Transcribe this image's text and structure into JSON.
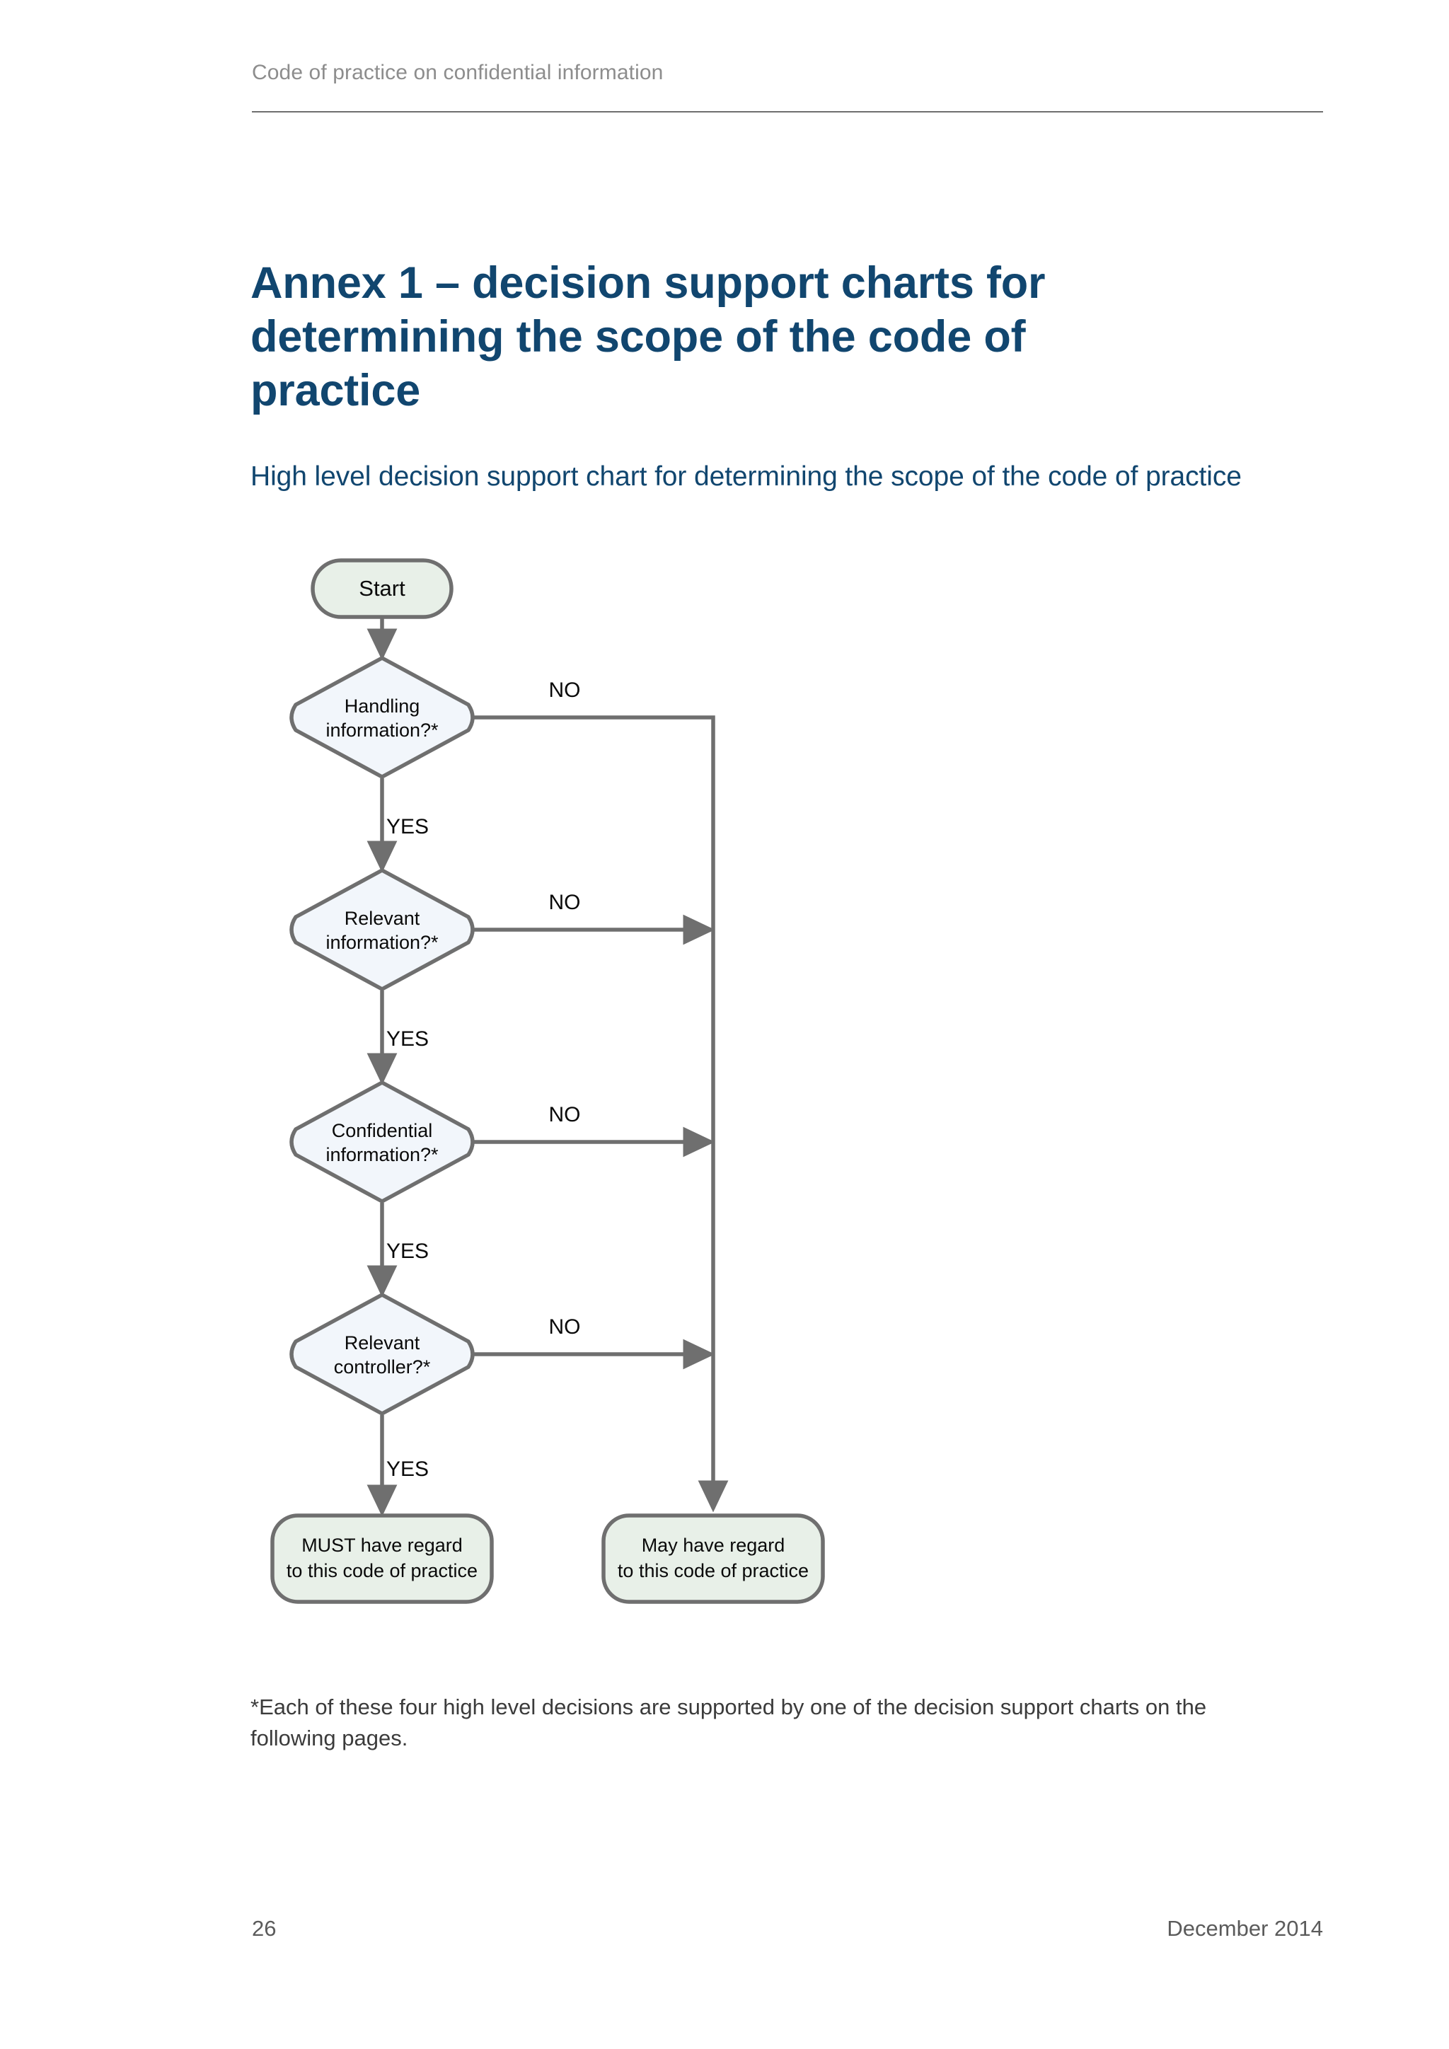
{
  "header": {
    "running_title": "Code of practice on confidential information"
  },
  "headings": {
    "title": "Annex 1 – decision support charts for determining the scope of the code of practice",
    "subtitle": "High level decision support chart for determining the scope of the code of practice"
  },
  "footnote": {
    "text": "*Each of these four high level decisions are supported by one of the decision support charts on the following pages."
  },
  "footer": {
    "page_number": "26",
    "date": "December 2014"
  },
  "colors": {
    "heading_navy": "#11466f",
    "terminal_fill": "#e8f0e8",
    "decision_fill": "#f2f6fb",
    "node_stroke": "#6f6f6f",
    "connector": "#6f6f6f",
    "body_text": "#3b3b3b",
    "muted_text": "#8d8d8d"
  },
  "chart_data": {
    "type": "flowchart",
    "title": "High level decision support chart for determining the scope of the code of practice",
    "orientation": "top-to-bottom",
    "nodes": [
      {
        "id": "start",
        "shape": "terminal",
        "label": "Start"
      },
      {
        "id": "d1",
        "shape": "decision",
        "label_line1": "Handling",
        "label_line2": "information?*"
      },
      {
        "id": "d2",
        "shape": "decision",
        "label_line1": "Relevant",
        "label_line2": "information?*"
      },
      {
        "id": "d3",
        "shape": "decision",
        "label_line1": "Confidential",
        "label_line2": "information?*"
      },
      {
        "id": "d4",
        "shape": "decision",
        "label_line1": "Relevant",
        "label_line2": "controller?*"
      },
      {
        "id": "must",
        "shape": "terminal",
        "label_line1": "MUST have regard",
        "label_line2": "to this code of practice"
      },
      {
        "id": "may",
        "shape": "terminal",
        "label_line1": "May have regard",
        "label_line2": "to this code of practice"
      }
    ],
    "edges": [
      {
        "from": "start",
        "to": "d1",
        "label": ""
      },
      {
        "from": "d1",
        "to": "d2",
        "label": "YES"
      },
      {
        "from": "d1",
        "to": "may",
        "label": "NO"
      },
      {
        "from": "d2",
        "to": "d3",
        "label": "YES"
      },
      {
        "from": "d2",
        "to": "may",
        "label": "NO"
      },
      {
        "from": "d3",
        "to": "d4",
        "label": "YES"
      },
      {
        "from": "d3",
        "to": "may",
        "label": "NO"
      },
      {
        "from": "d4",
        "to": "must",
        "label": "YES"
      },
      {
        "from": "d4",
        "to": "may",
        "label": "NO"
      }
    ],
    "edge_labels": {
      "yes": "YES",
      "no": "NO"
    }
  }
}
